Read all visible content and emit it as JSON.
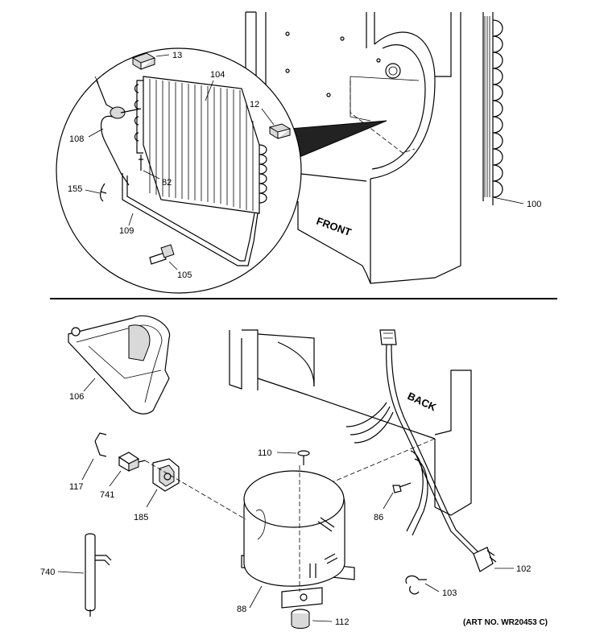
{
  "labels": {
    "p13": "13",
    "p104": "104",
    "p12": "12",
    "p108": "108",
    "p82": "82",
    "p155": "155",
    "p109": "109",
    "p105": "105",
    "p100": "100",
    "p106": "106",
    "p117": "117",
    "p741": "741",
    "p185": "185",
    "p110": "110",
    "p86": "86",
    "p102": "102",
    "p103": "103",
    "p740": "740",
    "p88": "88",
    "p112": "112"
  },
  "words": {
    "front": "FRONT",
    "back": "BACK"
  },
  "art_number": "(ART NO. WR20453 C)"
}
